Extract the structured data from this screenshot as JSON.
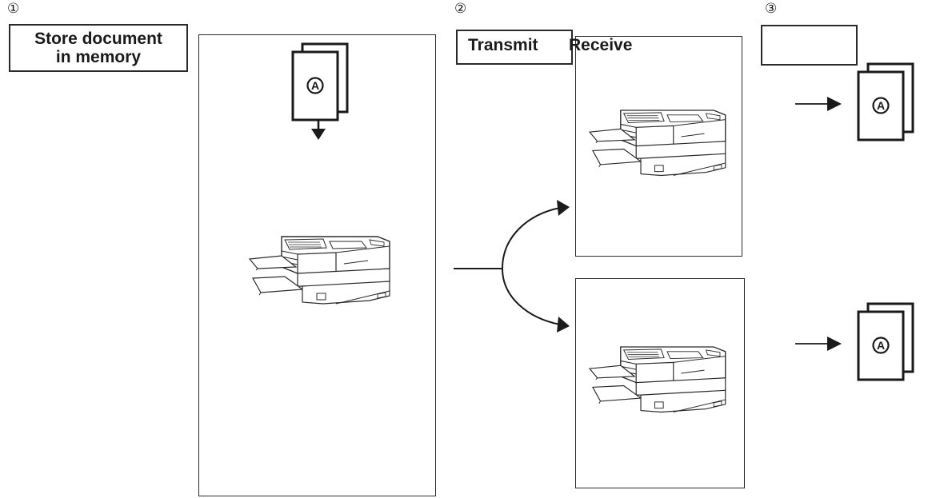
{
  "steps": [
    {
      "number": "①",
      "label_lines": [
        "Store document",
        "in memory"
      ]
    },
    {
      "number": "②",
      "transmit_label": "Transmit",
      "receive_label": "Receive"
    },
    {
      "number": "③",
      "label": ""
    }
  ],
  "document_mark": "A",
  "icons": {
    "document": "document-stack-icon",
    "fax_machine": "fax-machine-icon",
    "arrow": "arrow-icon"
  },
  "colors": {
    "stroke": "#2b2b2b",
    "background": "#ffffff"
  }
}
